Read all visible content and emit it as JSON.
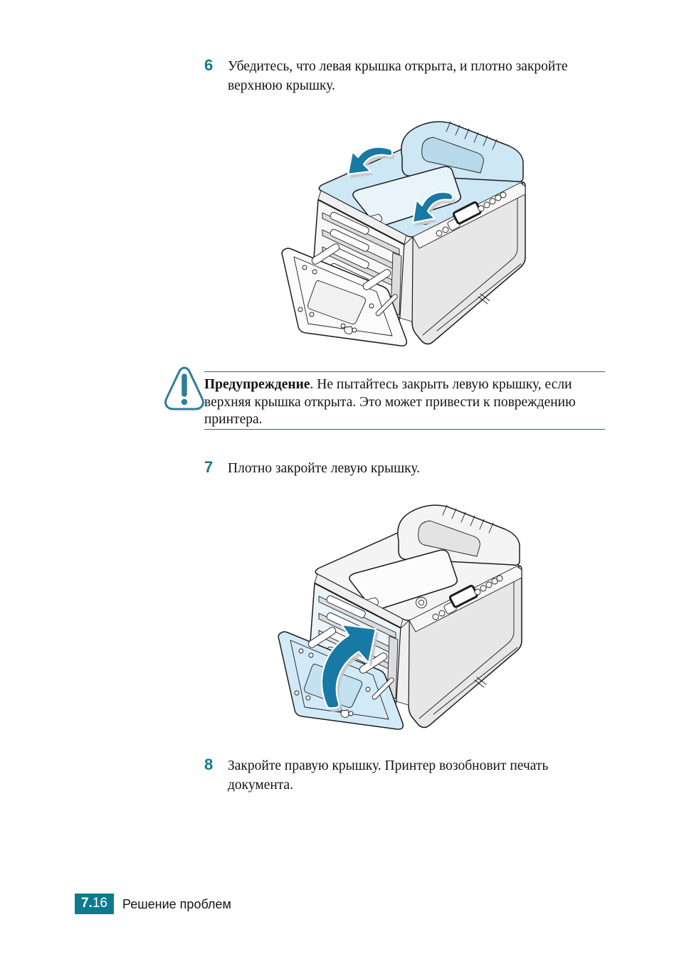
{
  "steps": [
    {
      "number": "6",
      "text": "Убедитесь, что левая крышка открыта, и плотно закройте верхнюю крышку."
    },
    {
      "number": "7",
      "text": "Плотно закройте левую крышку."
    },
    {
      "number": "8",
      "text": "Закройте правую крышку. Принтер возобновит печать документа."
    }
  ],
  "warning": {
    "title": "Предупреждение",
    "body": ". Не пытайтесь закрыть левую крышку, если верхняя крышка открыта. Это может привести к повреждению принтера."
  },
  "footer": {
    "page_chapter": "7.",
    "page_number": "16",
    "section_title": "Решение проблем"
  },
  "colors": {
    "accent_teal": "#0d7b8b",
    "arrow_teal": "#1879a4",
    "highlight_blue": "#cde7f4",
    "warning_icon": "#2e7e9a"
  },
  "icons": {
    "warning_triangle": "warning-exclamation-triangle",
    "illustration_1": "printer-close-top-cover-arrows",
    "illustration_2": "printer-close-left-cover-arrow"
  }
}
